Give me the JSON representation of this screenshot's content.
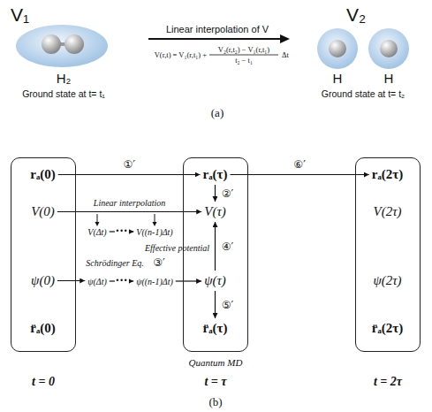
{
  "diagram": {
    "nodes": [
      {
        "text": [
          "t = 0"
        ]
      },
      {
        "text": [
          "rₐ(0)"
        ],
        "in": 0
      },
      {
        "text": [
          "V(0)"
        ],
        "in": 0
      },
      {
        "text": [
          "ψ(0)"
        ],
        "in": 0
      },
      {
        "text": [
          "r̈ₐ(0)"
        ],
        "in": 0
      },
      {
        "text": [
          "V(Δt)"
        ]
      },
      {
        "text": [
          "V((n-1)Δt)"
        ]
      },
      {
        "text": [
          "ψ(Δt)"
        ]
      },
      {
        "text": [
          "ψ((n-1)Δt)"
        ]
      },
      {
        "text": [
          "t = τ"
        ]
      },
      {
        "text": [
          "rₐ(τ)"
        ],
        "in": 9
      },
      {
        "text": [
          "V(τ)"
        ],
        "in": 9
      },
      {
        "text": [
          "ψ(τ)"
        ],
        "in": 9
      },
      {
        "text": [
          "r̈ₐ(τ)"
        ],
        "in": 9
      },
      {
        "text": [
          "t = 2τ"
        ]
      },
      {
        "text": [
          "rₐ(2τ)"
        ],
        "in": 14
      },
      {
        "text": [
          "V(2τ)"
        ],
        "in": 14
      },
      {
        "text": [
          "ψ(2τ)"
        ],
        "in": 14
      },
      {
        "text": [
          "r̈ₐ(2τ)"
        ],
        "in": 14
      }
    ],
    "edges": [
      {
        "from": 1,
        "to": 10,
        "arrow": "to",
        "label": "①′"
      },
      {
        "from": 10,
        "to": 11,
        "arrow": "to",
        "label": "②′"
      },
      {
        "from": 2,
        "to": 11,
        "arrow": "to",
        "label": "Linear interpolation"
      },
      {
        "from": 5,
        "to": 6,
        "arrow": "to",
        "label": "•••"
      },
      {
        "from": 3,
        "to": 7,
        "arrow": "to"
      },
      {
        "from": 7,
        "to": 8,
        "arrow": "to",
        "label": "•••"
      },
      {
        "from": 8,
        "to": 12,
        "arrow": "to"
      },
      {
        "from": 12,
        "to": 11,
        "arrow": "to",
        "label": "④′"
      },
      {
        "from": 12,
        "to": 13,
        "arrow": "to",
        "label": "⑤′"
      },
      {
        "from": 10,
        "to": 15,
        "arrow": "to",
        "label": "⑥′"
      }
    ],
    "labels": [
      "V₁",
      "Linear interpolation of V",
      "V(r,t) = V₁(r,t₁) +",
      "V₂(r,t₂) − V₁(r,t₁)",
      "t₂ − t₁",
      "Δt",
      "V₂",
      "H₂",
      "Ground state at t= t₁",
      "H",
      "H",
      "Ground state at t= t₂",
      "(a)",
      "Schrödinger Eq.",
      "③′",
      "Effective potential",
      "Quantum MD",
      "(b)"
    ]
  }
}
